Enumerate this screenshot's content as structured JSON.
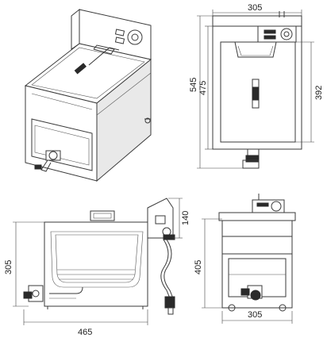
{
  "dimensions": {
    "side_width": "305",
    "side_total_height": "545",
    "side_body_height": "475",
    "side_inner_height": "392",
    "front_height": "305",
    "front_width": "465",
    "panel_height": "140",
    "back_height": "405",
    "back_width": "305"
  },
  "colors": {
    "line": "#3a3a3a",
    "fill": "#e9e9e9",
    "background": "#ffffff"
  }
}
